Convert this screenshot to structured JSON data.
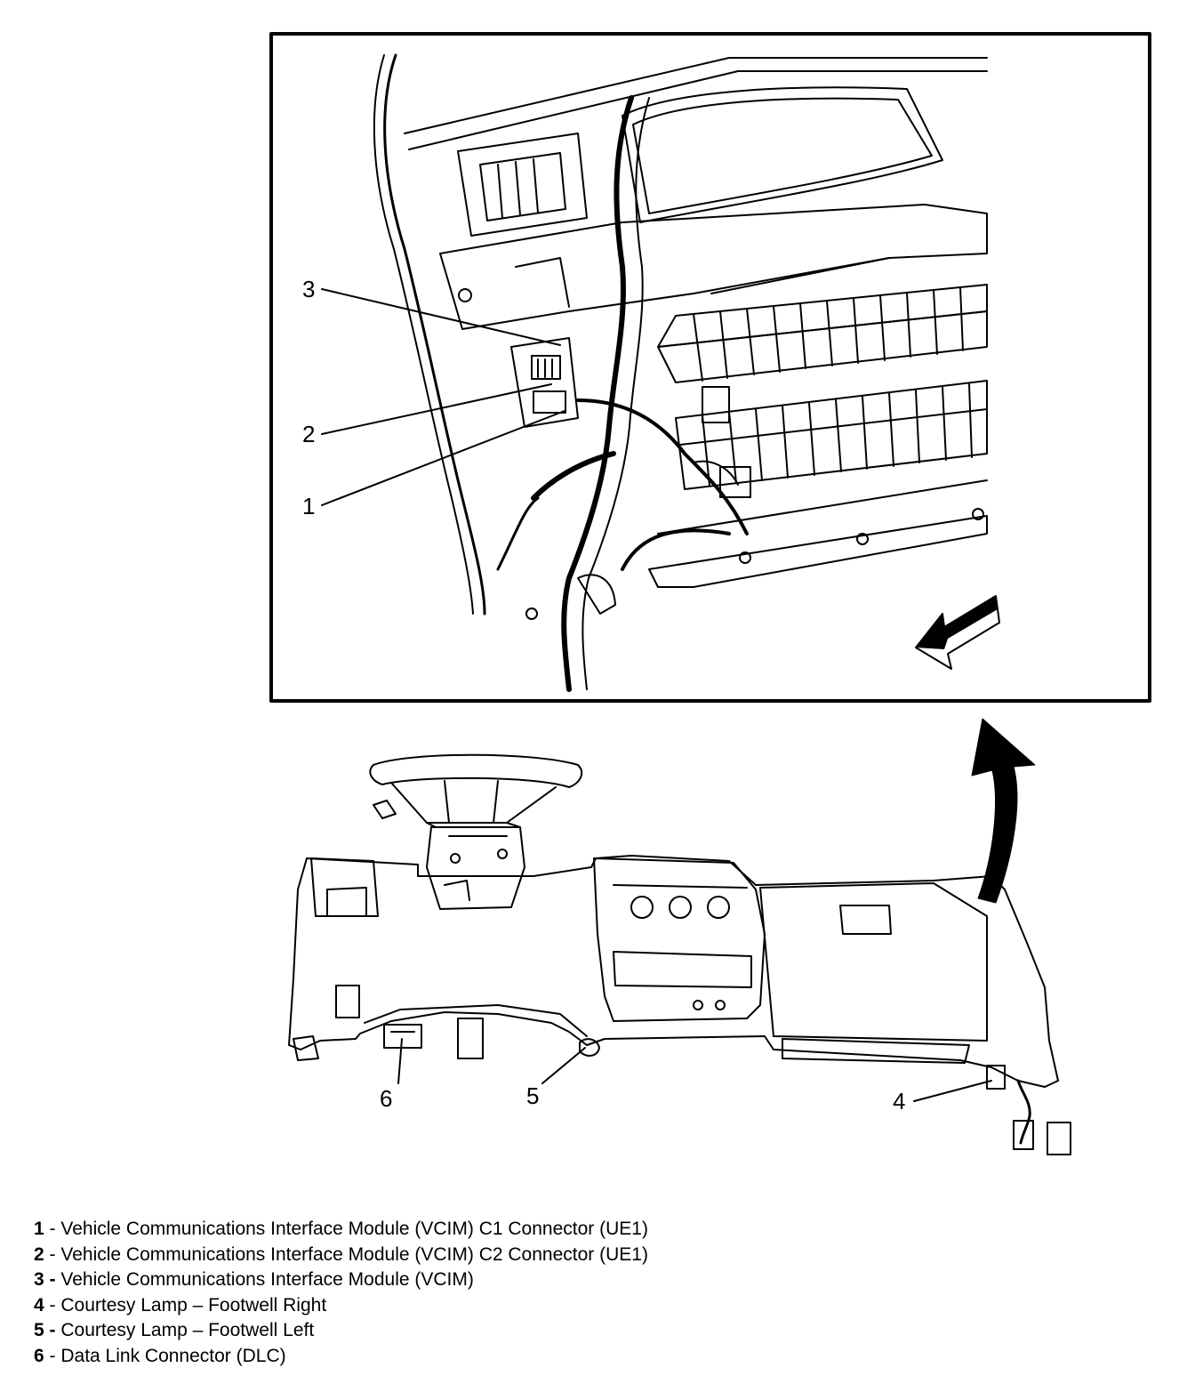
{
  "callouts": {
    "c1": "1",
    "c2": "2",
    "c3": "3",
    "c4": "4",
    "c5": "5",
    "c6": "6"
  },
  "legend": [
    {
      "num": "1",
      "sep": " - ",
      "text": "Vehicle Communications Interface Module (VCIM) C1 Connector (UE1)"
    },
    {
      "num": "2",
      "sep": " - ",
      "text": "Vehicle Communications Interface Module (VCIM) C2 Connector (UE1)"
    },
    {
      "num": "3",
      "sep": " - ",
      "text": "Vehicle Communications Interface Module (VCIM)"
    },
    {
      "num": "4",
      "sep": " - ",
      "text": "Courtesy Lamp – Footwell Right"
    },
    {
      "num": "5",
      "sep": " - ",
      "text": "Courtesy Lamp – Footwell Left"
    },
    {
      "num": "6",
      "sep": " - ",
      "text": "Data Link Connector (DLC)"
    }
  ],
  "colors": {
    "line": "#000000",
    "background": "#ffffff"
  }
}
